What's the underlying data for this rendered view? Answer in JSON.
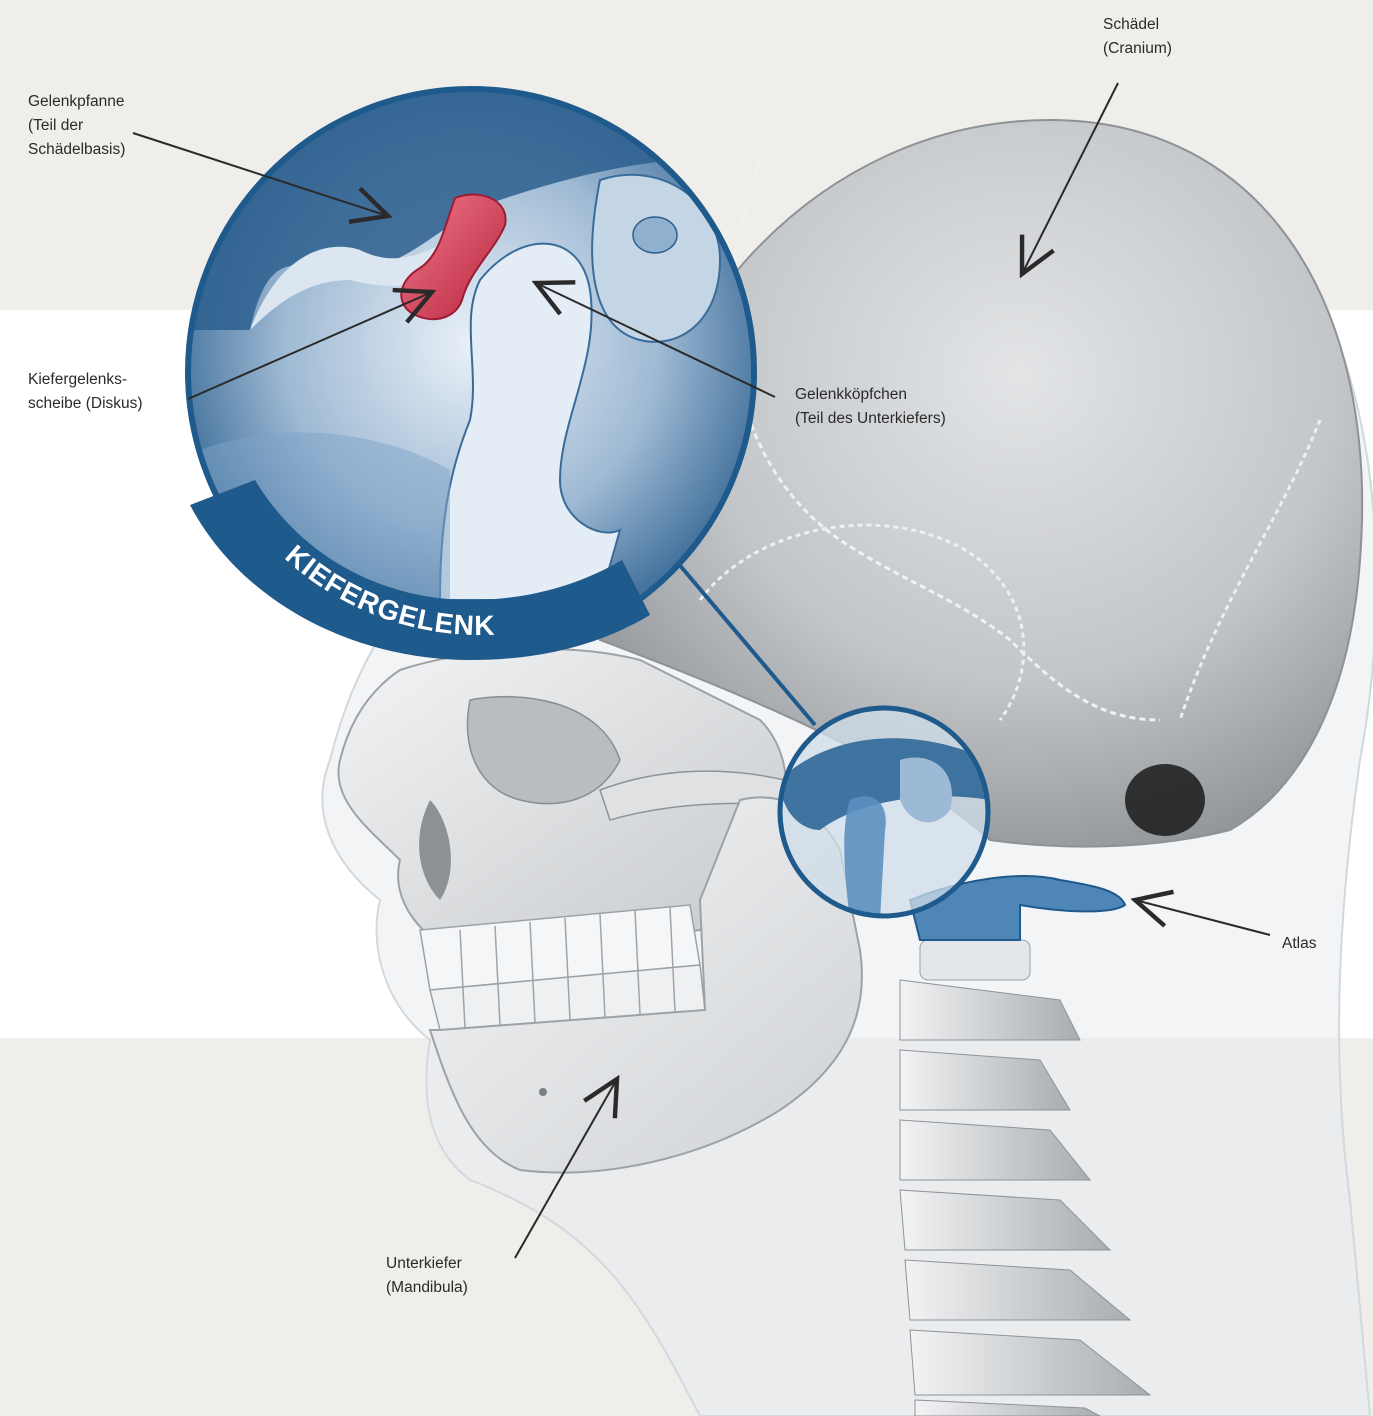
{
  "colors": {
    "background_beige": "#efeeea",
    "band_white": "#ffffff",
    "bone_grey": "#c9cbcd",
    "joint_blue": "#1f5a8c",
    "disc_red": "#d8435a",
    "label_text": "#2a2a2a"
  },
  "banner": {
    "text": "KIEFERGELENK"
  },
  "labels": {
    "gelenkpfanne": {
      "line1": "Gelenkpfanne",
      "line2": "(Teil der",
      "line3": "Schädelbasis)"
    },
    "schaedel": {
      "line1": "Schädel",
      "line2": "(Cranium)"
    },
    "diskus": {
      "line1": "Kiefergelenks-",
      "line2": "scheibe (Diskus)"
    },
    "gelenkkoepfchen": {
      "line1": "Gelenkköpfchen",
      "line2": "(Teil des Unterkiefers)"
    },
    "atlas": {
      "line1": "Atlas"
    },
    "unterkiefer": {
      "line1": "Unterkiefer",
      "line2": "(Mandibula)"
    }
  }
}
